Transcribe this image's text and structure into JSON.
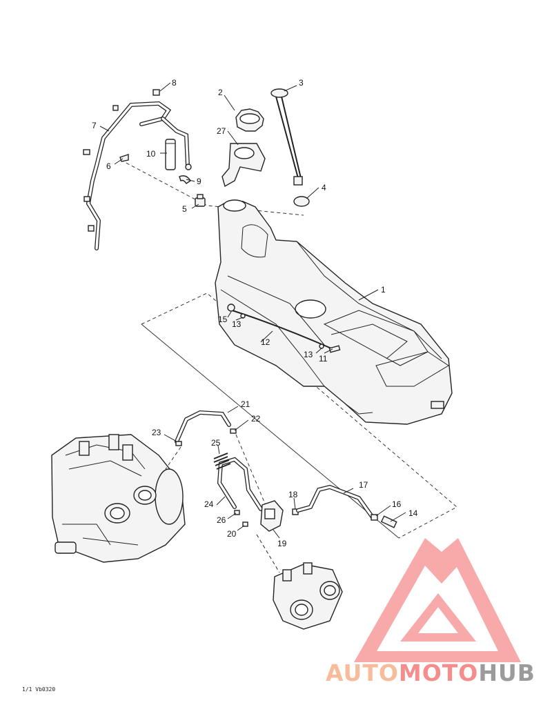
{
  "diagram": {
    "reference_code": "1/1 Vb0320",
    "callouts": [
      "1",
      "2",
      "3",
      "4",
      "5",
      "6",
      "7",
      "8",
      "9",
      "10",
      "11",
      "12",
      "13",
      "13",
      "14",
      "15",
      "16",
      "17",
      "18",
      "19",
      "20",
      "21",
      "22",
      "23",
      "24",
      "25",
      "26",
      "27"
    ],
    "parts": [
      "fuel-tank",
      "tank-cap",
      "fuel-level-sensor",
      "grommet",
      "vent-valve",
      "clip",
      "vent-hose",
      "clamp",
      "hose-clip",
      "fuel-filter",
      "fitting",
      "fuel-line",
      "clamp",
      "clamp",
      "fitting",
      "grommet",
      "clamp",
      "fuel-hose",
      "clamp",
      "fuel-pump",
      "clamp",
      "pulse-hose",
      "clamp",
      "clamp",
      "fuel-hose",
      "spring",
      "clamp",
      "cap-holder"
    ]
  },
  "watermark": {
    "brand": "AUTOMOTOHUB",
    "part1": "AUTO",
    "part2": "MOTO",
    "part3": "HUB",
    "color_light": "#f7b08a",
    "color_accent": "#f47a7a",
    "color_dark": "#8a8a8a"
  }
}
